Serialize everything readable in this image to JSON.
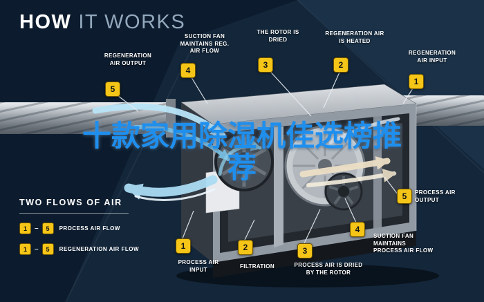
{
  "title": {
    "strong": "HOW",
    "light": "IT WORKS"
  },
  "watermark": {
    "line1": "十款家用除湿机佳选榜推",
    "line2": "荐"
  },
  "colors": {
    "background": "#0c1b2d",
    "badge": "#f5c518",
    "label_text": "#ffffff",
    "watermark_blue": "#1f8fee",
    "process_air": "#aadcf4",
    "regeneration_air": "#ecdfc6"
  },
  "callouts": {
    "top": [
      {
        "num": "5",
        "label": "REGENERATION AIR OUTPUT"
      },
      {
        "num": "4",
        "label": "SUCTION FAN MAINTAINS REG. AIR FLOW"
      },
      {
        "num": "3",
        "label": "THE ROTOR IS DRIED"
      },
      {
        "num": "2",
        "label": "REGENERATION AIR IS HEATED"
      },
      {
        "num": "1",
        "label": "REGENERATION AIR INPUT"
      }
    ],
    "bottom": [
      {
        "num": "1",
        "label": "PROCESS AIR INPUT"
      },
      {
        "num": "2",
        "label": "FILTRATION"
      },
      {
        "num": "3",
        "label": "PROCESS AIR IS DRIED BY THE ROTOR"
      },
      {
        "num": "4",
        "label": "SUCTION FAN MAINTAINS PROCESS AIR FLOW"
      },
      {
        "num": "5",
        "label": "PROCESS AIR OUTPUT"
      }
    ]
  },
  "legend": {
    "heading": "TWO FLOWS OF AIR",
    "separator": "–",
    "rows": [
      {
        "from": "1",
        "to": "5",
        "label": "PROCESS AIR FLOW"
      },
      {
        "from": "1",
        "to": "5",
        "label": "REGENERATION AIR FLOW"
      }
    ]
  }
}
